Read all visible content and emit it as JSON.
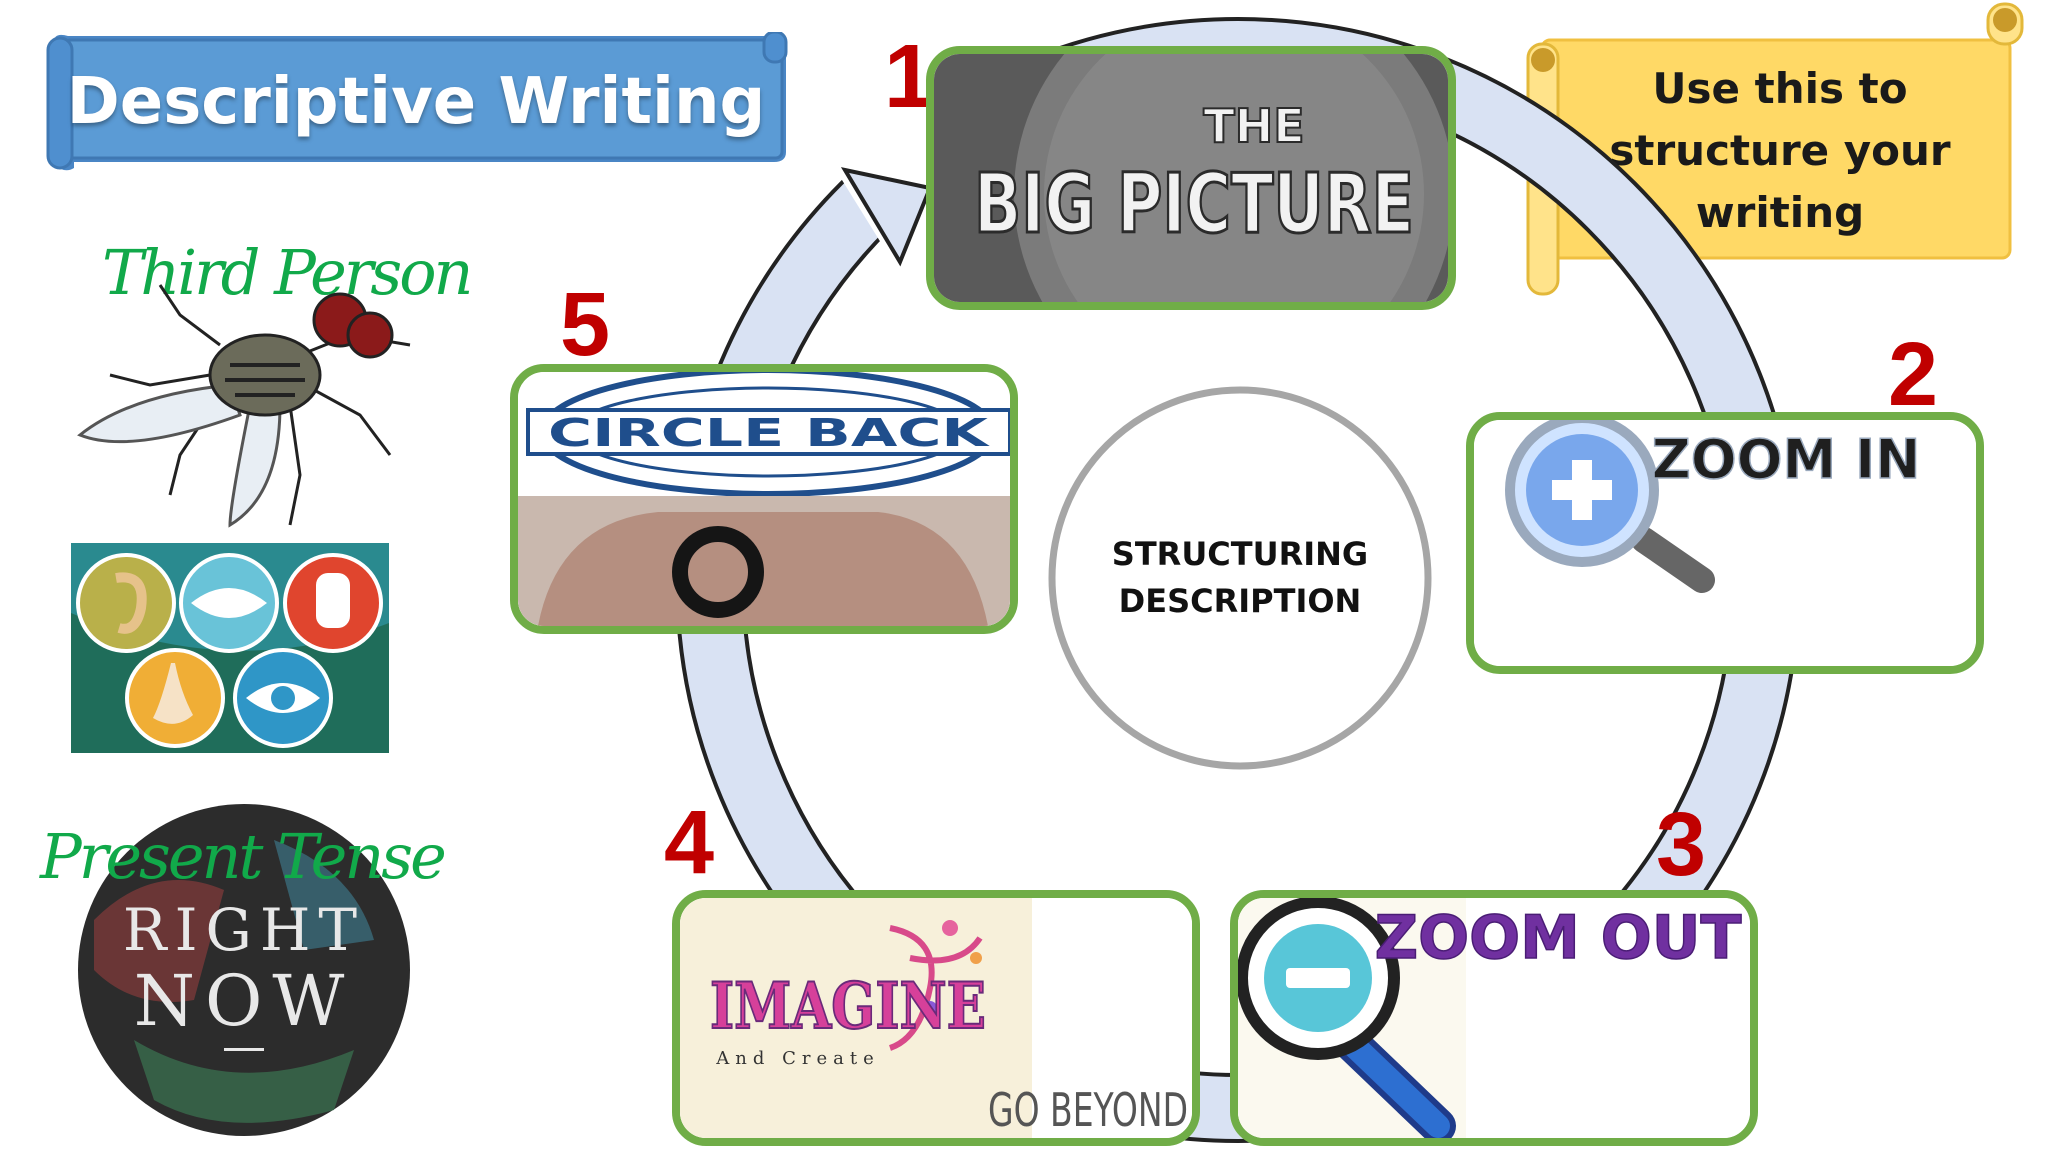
{
  "title": "Descriptive Writing",
  "note": [
    "Use this to",
    "structure your",
    "writing"
  ],
  "center": [
    "STRUCTURING",
    "DESCRIPTION"
  ],
  "left_labels": {
    "third_person": "Third Person",
    "present_tense": "Present Tense",
    "right_now": [
      "RIGHT",
      "NOW"
    ]
  },
  "steps": [
    {
      "num": "1",
      "label_lines": [
        "THE",
        "BIG PICTURE"
      ]
    },
    {
      "num": "2",
      "label": "ZOOM IN"
    },
    {
      "num": "3",
      "label": "ZOOM OUT"
    },
    {
      "num": "4",
      "label": "IMAGINE",
      "sub": "And Create",
      "extra": "GO BEYOND"
    },
    {
      "num": "5",
      "stamp": "CIRCLE BACK"
    }
  ],
  "colors": {
    "banner_blue": "#5b9bd5",
    "scroll_yellow": "#ffd966",
    "card_border_green": "#70ad47",
    "number_red": "#c00000",
    "label_green": "#11a94a",
    "zoom_out_purple": "#7030a0",
    "cycle_arrow_fill": "#d9e2f3"
  },
  "icons": [
    "fly-icon",
    "five-senses-icon",
    "magnifier-plus-icon",
    "magnifier-minus-icon",
    "cycle-arrow-icon",
    "scroll-banner-icon"
  ]
}
